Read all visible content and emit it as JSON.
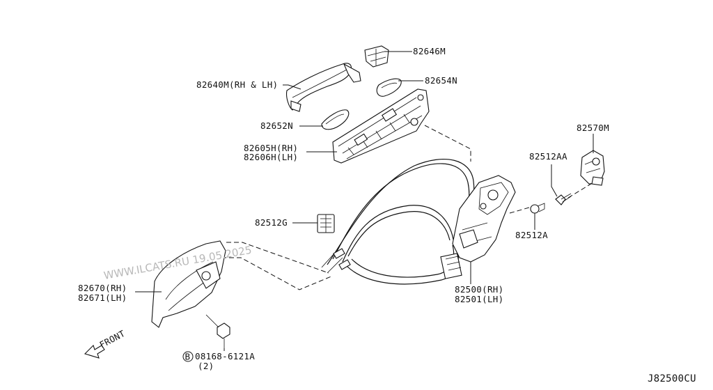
{
  "diagram": {
    "code": "J82500CU",
    "watermark": "WWW.ILCATS.RU 19.05.2025",
    "front_label": "FRONT",
    "parts": [
      {
        "id": "p1",
        "lines": [
          "82646M"
        ]
      },
      {
        "id": "p2",
        "lines": [
          "82640M(RH & LH)"
        ]
      },
      {
        "id": "p3",
        "lines": [
          "82654N"
        ]
      },
      {
        "id": "p4",
        "lines": [
          "82652N"
        ]
      },
      {
        "id": "p5",
        "lines": [
          "82605H(RH)",
          "82606H(LH)"
        ]
      },
      {
        "id": "p6",
        "lines": [
          "82570M"
        ]
      },
      {
        "id": "p7",
        "lines": [
          "82512AA"
        ]
      },
      {
        "id": "p8",
        "lines": [
          "82512G"
        ]
      },
      {
        "id": "p9",
        "lines": [
          "82512A"
        ]
      },
      {
        "id": "p10",
        "lines": [
          "82670(RH)",
          "82671(LH)"
        ]
      },
      {
        "id": "p11",
        "lines": [
          "82500(RH)",
          "82501(LH)"
        ]
      },
      {
        "id": "p12",
        "badge": "B",
        "lines": [
          "08168-6121A",
          "(2)"
        ]
      }
    ]
  }
}
